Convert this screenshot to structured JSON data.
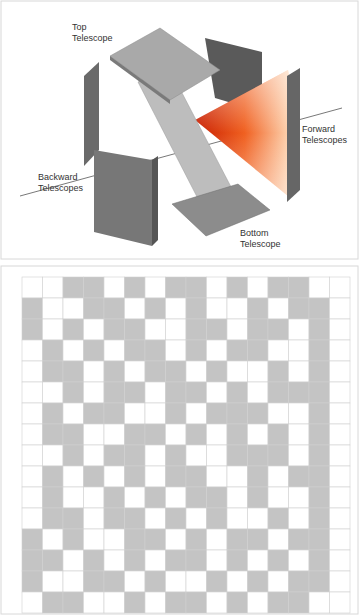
{
  "diagram": {
    "labels": [
      "Top Telescope",
      "Forward Telescopes",
      "Backward Telescopes",
      "Bottom Telescope"
    ]
  }
}
